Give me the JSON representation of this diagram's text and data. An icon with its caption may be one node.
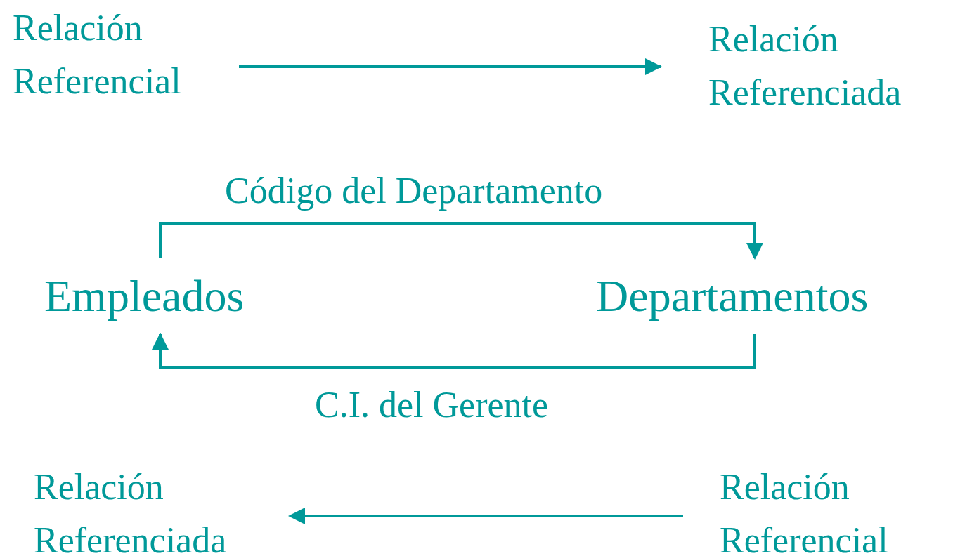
{
  "diagram": {
    "nodes": [
      {
        "text": [
          "Relación Referencial"
        ]
      },
      {
        "text": [
          "Relación Referenciada"
        ]
      },
      {
        "text": [
          "Empleados"
        ]
      },
      {
        "text": [
          "Departamentos"
        ]
      },
      {
        "text": [
          "Relación Referenciada"
        ]
      },
      {
        "text": [
          "Relación Referencial"
        ]
      }
    ],
    "edges": [
      {
        "from": 0,
        "to": 1,
        "arrow": "to"
      },
      {
        "from": 2,
        "to": 3,
        "arrow": "to",
        "label": "Código del Departamento"
      },
      {
        "from": 3,
        "to": 2,
        "arrow": "to",
        "label": "C.I. del Gerente"
      },
      {
        "from": 5,
        "to": 4,
        "arrow": "to"
      }
    ]
  }
}
